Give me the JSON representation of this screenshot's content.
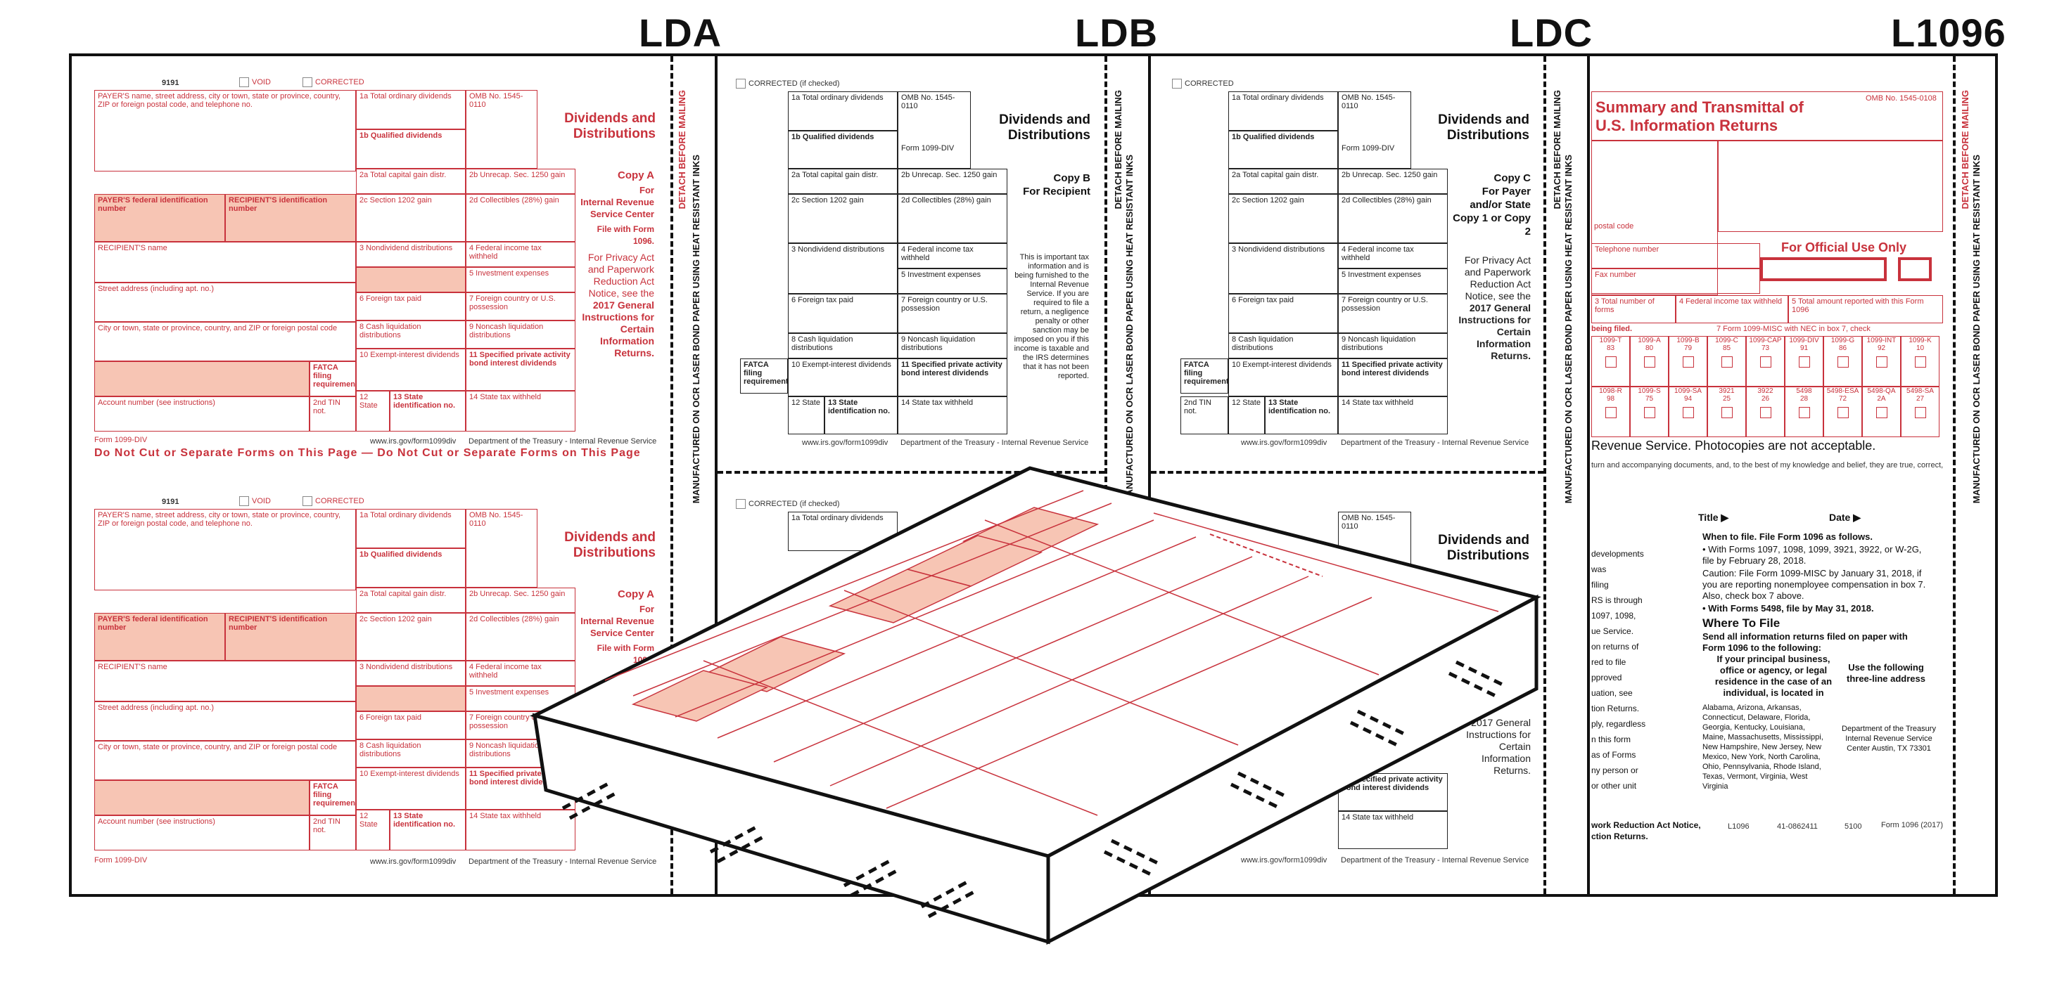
{
  "headers": {
    "lda": "LDA",
    "ldb": "LDB",
    "ldc": "LDC",
    "l1096": "L1096"
  },
  "form": {
    "code": "9191",
    "void": "VOID",
    "corrected": "CORRECTED",
    "corrected_if_checked": "CORRECTED (if checked)",
    "payer_name": "PAYER'S name, street address, city or town, state or province, country, ZIP or foreign postal code, and telephone no.",
    "omb": "OMB No. 1545-0110",
    "form_name": "Form 1099-DIV",
    "title_line1": "Dividends and",
    "title_line2": "Distributions",
    "box1a": "1a Total ordinary dividends",
    "box1b": "1b Qualified dividends",
    "box2a": "2a Total capital gain distr.",
    "box2b": "2b Unrecap. Sec. 1250 gain",
    "box2c": "2c Section 1202 gain",
    "box2d": "2d Collectibles (28%) gain",
    "box3": "3 Nondividend distributions",
    "box4": "4 Federal income tax withheld",
    "box5": "5 Investment expenses",
    "box6": "6 Foreign tax paid",
    "box7": "7 Foreign country or U.S. possession",
    "box8": "8 Cash liquidation distributions",
    "box9": "9 Noncash liquidation distributions",
    "box10": "10 Exempt-interest dividends",
    "box11": "11 Specified private activity bond interest dividends",
    "box12": "12 State",
    "box13": "13 State identification no.",
    "box14": "14 State tax withheld",
    "payer_tin": "PAYER'S federal identification number",
    "recipient_tin": "RECIPIENT'S identification number",
    "recipient_name": "RECIPIENT'S name",
    "street": "Street address (including apt. no.)",
    "city": "City or town, state or province, country, and ZIP or foreign postal code",
    "fatca": "FATCA filing requirement",
    "account": "Account number (see instructions)",
    "tin_not": "2nd TIN not.",
    "footer_url": "www.irs.gov/form1099div",
    "footer_dept": "Department of the Treasury - Internal Revenue Service",
    "dollar": "$",
    "copy_a": "Copy A",
    "copy_a_for": "For",
    "copy_a_irs": "Internal Revenue Service Center",
    "file_with": "File with Form 1096.",
    "privacy": "For Privacy Act and Paperwork Reduction Act Notice, see the",
    "general": "2017 General Instructions for Certain Information Returns.",
    "do_not_cut": "Do Not Cut or Separate Forms on This Page  —  Do Not Cut or Separate Forms on This Page",
    "copy_b": "Copy B",
    "for_recipient": "For Recipient",
    "important": "This is important tax information and is being furnished to the Internal Revenue Service. If you are required to file a return, a negligence penalty or other sanction may be imposed on you if this income is taxable and the IRS determines that it has not been reported.",
    "copy_c": "Copy C",
    "for_payer": "For Payer and/or State Copy 1 or Copy 2"
  },
  "side_text": "MANUFACTURED ON OCR LASER BOND PAPER USING HEAT RESISTANT INKS",
  "detach_text": "DETACH BEFORE MAILING",
  "f1096": {
    "title1": "Summary and Transmittal of",
    "title2": "U.S. Information Returns",
    "omb": "OMB No. 1545-0108",
    "official_use": "For Official Use Only",
    "postal": "postal code",
    "telephone": "Telephone number",
    "fax": "Fax number",
    "box3": "3 Total number of forms",
    "box4": "4 Federal income tax withheld",
    "box5": "5 Total amount reported with this Form 1096",
    "being_filed": "being filed.",
    "box7": "7 Form 1099-MISC with NEC in box 7, check",
    "row1": [
      [
        "1099-T",
        "83"
      ],
      [
        "1099-A",
        "80"
      ],
      [
        "1099-B",
        "79"
      ],
      [
        "1099-C",
        "85"
      ],
      [
        "1099-CAP",
        "73"
      ],
      [
        "1099-DIV",
        "91"
      ],
      [
        "1099-G",
        "86"
      ],
      [
        "1099-INT",
        "92"
      ],
      [
        "1099-K",
        "10"
      ]
    ],
    "row2": [
      [
        "1098-R",
        "98"
      ],
      [
        "1099-S",
        "75"
      ],
      [
        "1099-SA",
        "94"
      ],
      [
        "3921",
        "25"
      ],
      [
        "3922",
        "26"
      ],
      [
        "5498",
        "28"
      ],
      [
        "5498-ESA",
        "72"
      ],
      [
        "5498-QA",
        "2A"
      ],
      [
        "5498-SA",
        "27"
      ]
    ],
    "photocopy": "Revenue Service. Photocopies are not acceptable.",
    "perjury": "turn and accompanying documents, and, to the best of my knowledge and belief, they are true, correct,",
    "title_sig": "Title ▶",
    "date_sig": "Date ▶",
    "when_file": "When to file. File Form 1096 as follows.",
    "with_forms": "• With Forms 1097, 1098, 1099, 3921, 3922, or W-2G, file by February 28, 2018.",
    "caution": "Caution: File Form 1099-MISC by January 31, 2018, if you are reporting nonemployee compensation in box 7. Also, check box 7 above.",
    "with_5498": "• With Forms 5498, file by May 31, 2018.",
    "where_file": "Where To File",
    "send_all": "Send all information returns filed on paper with Form 1096 to the following:",
    "if_principal": "If your principal business, office or agency, or legal residence in the case of an individual, is located in",
    "use_following": "Use the following three-line address",
    "states": "Alabama, Arizona, Arkansas, Connecticut, Delaware, Florida, Georgia, Kentucky, Louisiana, Maine, Massachusetts, Mississippi, New Hampshire, New Jersey, New Mexico, New York, North Carolina, Ohio, Pennsylvania, Rhode Island, Texas, Vermont, Virginia, West Virginia",
    "address": "Department of the Treasury Internal Revenue Service Center Austin, TX 73301",
    "left_frags": [
      "developments",
      "was",
      "filing",
      "RS is through",
      "1097, 1098,",
      "ue Service.",
      "on returns of",
      "red to file",
      "pproved",
      "uation, see",
      "tion Returns.",
      "ply, regardless",
      "n this form",
      "as of Forms",
      "ny person or",
      "or other unit"
    ],
    "footer_left": "work Reduction Act Notice,",
    "footer_left2": "ction Returns.",
    "footer_cat": "L1096",
    "footer_num": "41-0862411",
    "footer_code": "5100",
    "footer_form": "Form 1096 (2017)"
  }
}
